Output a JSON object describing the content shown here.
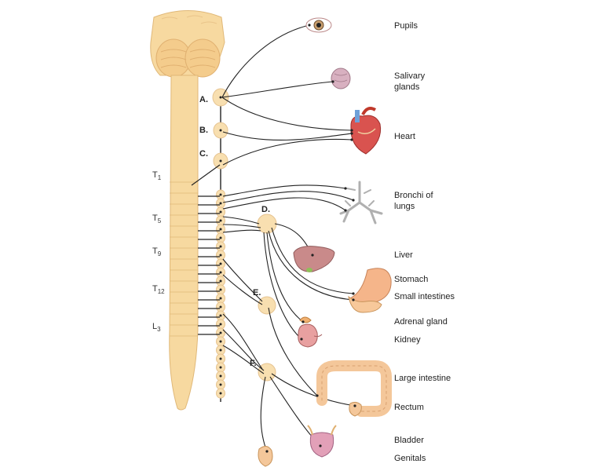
{
  "ganglia": [
    "A.",
    "B.",
    "C.",
    "D.",
    "E.",
    "F."
  ],
  "segments": [
    {
      "letter": "T",
      "num": "1"
    },
    {
      "letter": "T",
      "num": "5"
    },
    {
      "letter": "T",
      "num": "9"
    },
    {
      "letter": "T",
      "num": "12"
    },
    {
      "letter": "L",
      "num": "3"
    }
  ],
  "organs": [
    {
      "label": "Pupils",
      "icon": "eye-icon"
    },
    {
      "label": "Salivary\nglands",
      "icon": "salivary-gland-icon"
    },
    {
      "label": "Heart",
      "icon": "heart-icon"
    },
    {
      "label": "Bronchi of\nlungs",
      "icon": "bronchi-icon"
    },
    {
      "label": "Liver",
      "icon": "liver-icon"
    },
    {
      "label": "Stomach",
      "icon": "stomach-icon"
    },
    {
      "label": "Small intestines",
      "icon": "small-intestine-icon"
    },
    {
      "label": "Adrenal gland",
      "icon": "adrenal-gland-icon"
    },
    {
      "label": "Kidney",
      "icon": "kidney-icon"
    },
    {
      "label": "Large intestine",
      "icon": "large-intestine-icon"
    },
    {
      "label": "Rectum",
      "icon": "rectum-icon"
    },
    {
      "label": "Bladder",
      "icon": "bladder-icon"
    },
    {
      "label": "Genitals",
      "icon": "genitals-icon"
    }
  ],
  "colors": {
    "cord": "#f7d9a0",
    "cord_stroke": "#e0b878",
    "ganglion": "#f8dfb0",
    "nerve": "#222222",
    "organ_pink": "#e8a0a0",
    "heart": "#d9534f",
    "lung": "#c8c8c8",
    "liver": "#c98a8a"
  }
}
